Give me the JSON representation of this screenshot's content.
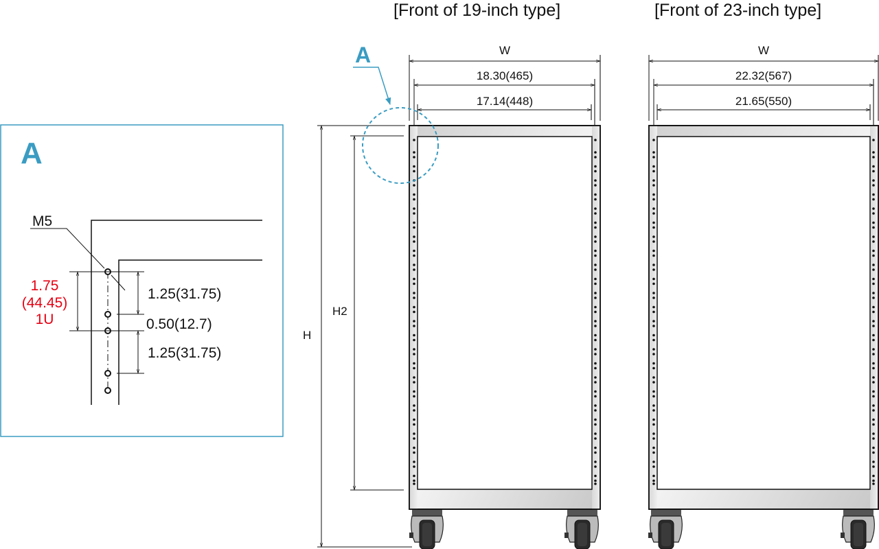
{
  "titles": {
    "rack19": "[Front of 19-inch type]",
    "rack23": "[Front of 23-inch type]"
  },
  "detail": {
    "callout_letter": "A",
    "box_label": "A",
    "screw_label": "M5",
    "pitch_red": [
      "1.75",
      "(44.45)",
      "1U"
    ],
    "dims": [
      "1.25(31.75)",
      "0.50(12.7)",
      "1.25(31.75)"
    ]
  },
  "rack19": {
    "width_label": "W",
    "outer_dim": "18.30(465)",
    "inner_dim": "17.14(448)",
    "height_label": "H",
    "inner_height_label": "H2"
  },
  "rack23": {
    "width_label": "W",
    "outer_dim": "22.32(567)",
    "inner_dim": "21.65(550)"
  },
  "colors": {
    "accent_blue": "#3a9cc2",
    "highlight_red": "#e60012",
    "line": "#111111"
  }
}
